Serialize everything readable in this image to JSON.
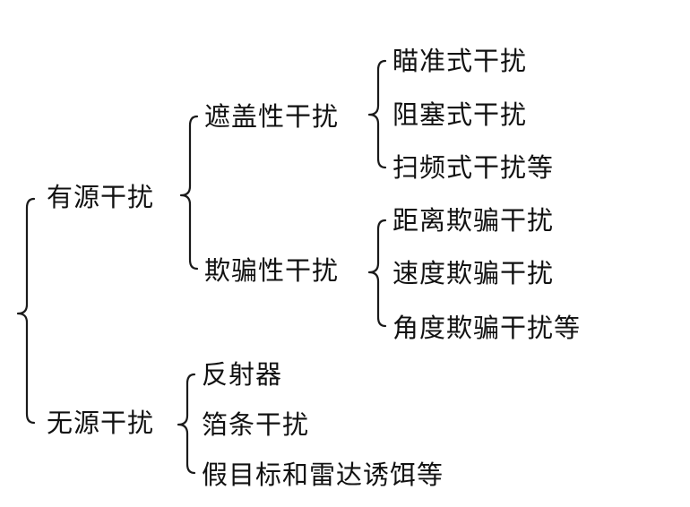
{
  "tree": {
    "active": {
      "label": "有源干扰",
      "masking": {
        "label": "遮盖性干扰",
        "items": [
          "瞄准式干扰",
          "阻塞式干扰",
          "扫频式干扰等"
        ]
      },
      "deceptive": {
        "label": "欺骗性干扰",
        "items": [
          "距离欺骗干扰",
          "速度欺骗干扰",
          "角度欺骗干扰等"
        ]
      }
    },
    "passive": {
      "label": "无源干扰",
      "items": [
        "反射器",
        "箔条干扰",
        "假目标和雷达诱饵等"
      ]
    }
  },
  "style": {
    "text_color": "#111111",
    "line_color": "#1a1a1a",
    "background": "#ffffff"
  }
}
